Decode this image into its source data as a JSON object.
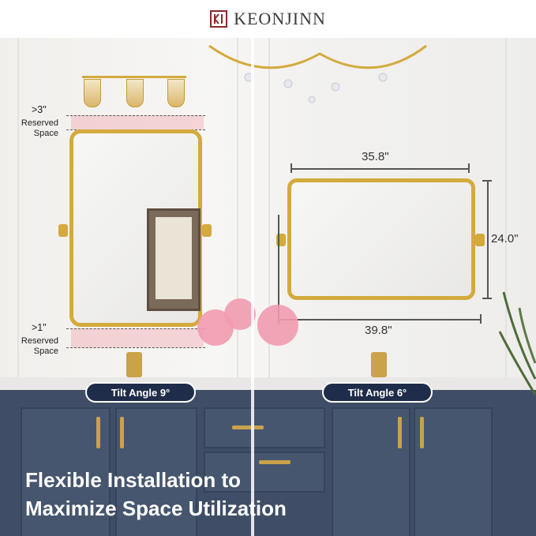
{
  "brand": {
    "name": "KEONJINN",
    "color": "#3b3b3b"
  },
  "left": {
    "top_label": {
      "value": ">3\"",
      "text": "Reserved Space"
    },
    "bottom_label": {
      "value": ">1\"",
      "text": "Reserved Space"
    },
    "tilt": "Tilt Angle 9°"
  },
  "right": {
    "inner_width": "35.8\"",
    "outer_width": "39.8\"",
    "height": "24.0\"",
    "tilt": "Tilt Angle 6°"
  },
  "headline": {
    "line1": "Flexible Installation to",
    "line2": "Maximize Space Utilization"
  },
  "colors": {
    "gold": "#d4aa3d",
    "navy": "#1f2c4a",
    "cabinet": "#3f4e66",
    "pink": "#f29bb0"
  }
}
